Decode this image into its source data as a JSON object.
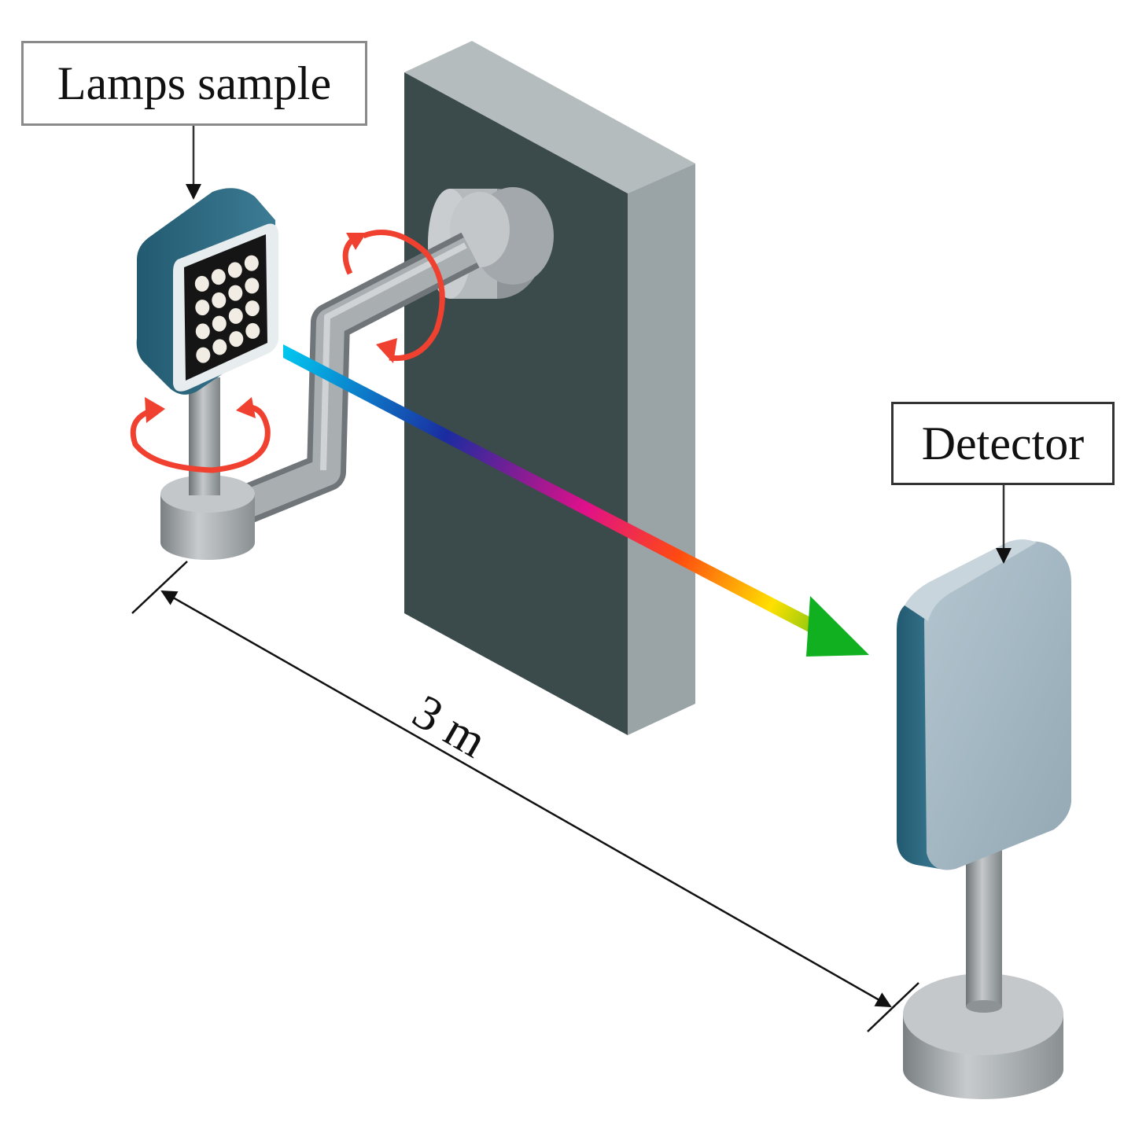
{
  "labels": {
    "lamps_sample": "Lamps sample",
    "detector": "Detector",
    "distance": "3 m"
  },
  "colors": {
    "wall_front": "#3b4a4b",
    "wall_side": "#9aa4a6",
    "device_front": "#9eb2be",
    "device_side": "#2f6a82",
    "metal": "#a8adb0",
    "rotation_arrow": "#f04030",
    "beam_start": "#00c8f0",
    "beam_end": "#10b020"
  }
}
